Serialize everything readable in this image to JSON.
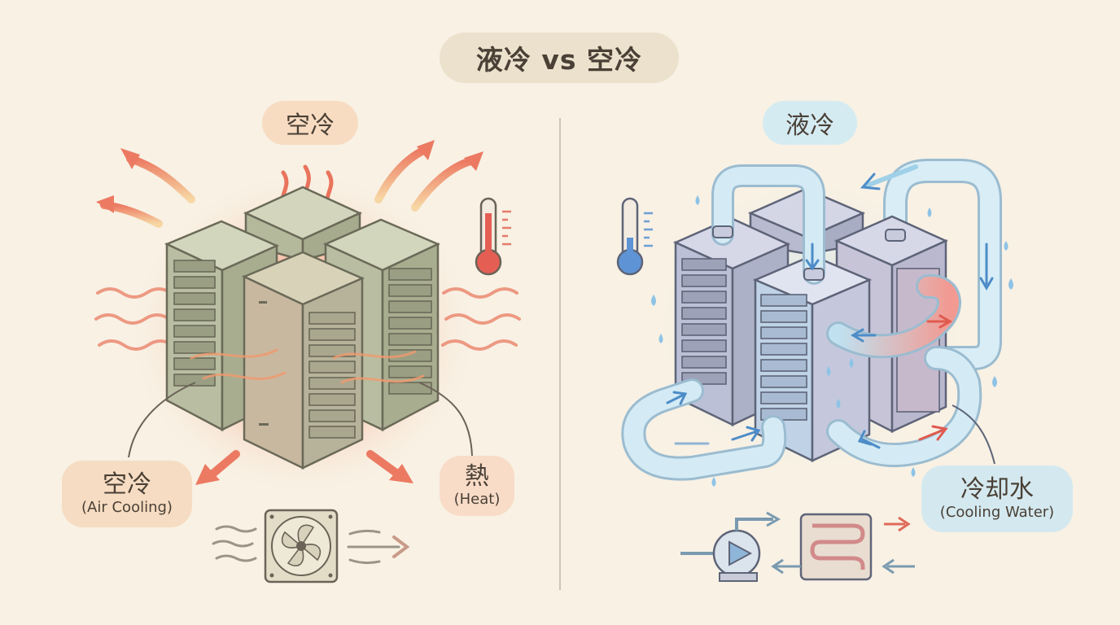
{
  "title": "液冷 vs 空冷",
  "air_section": {
    "header": "空冷",
    "callout_main": "空冷",
    "callout_sub": "(Air Cooling)",
    "heat_main": "熱",
    "heat_sub": "(Heat)"
  },
  "liquid_section": {
    "header": "液冷",
    "callout_main": "冷却水",
    "callout_sub": "(Cooling Water)"
  },
  "colors": {
    "background": "#f8f1e4",
    "heat_red": "#e8705a",
    "heat_orange": "#f2a46e",
    "cool_blue": "#6aaed8",
    "rack_green": "#b9bfa3",
    "rack_purple": "#bcc0d6",
    "pipe_blue": "#cde8f3"
  },
  "icons": [
    "thermometer-hot-icon",
    "thermometer-cold-icon",
    "fan-icon",
    "pump-icon",
    "heat-exchanger-icon",
    "water-drop-icon"
  ]
}
